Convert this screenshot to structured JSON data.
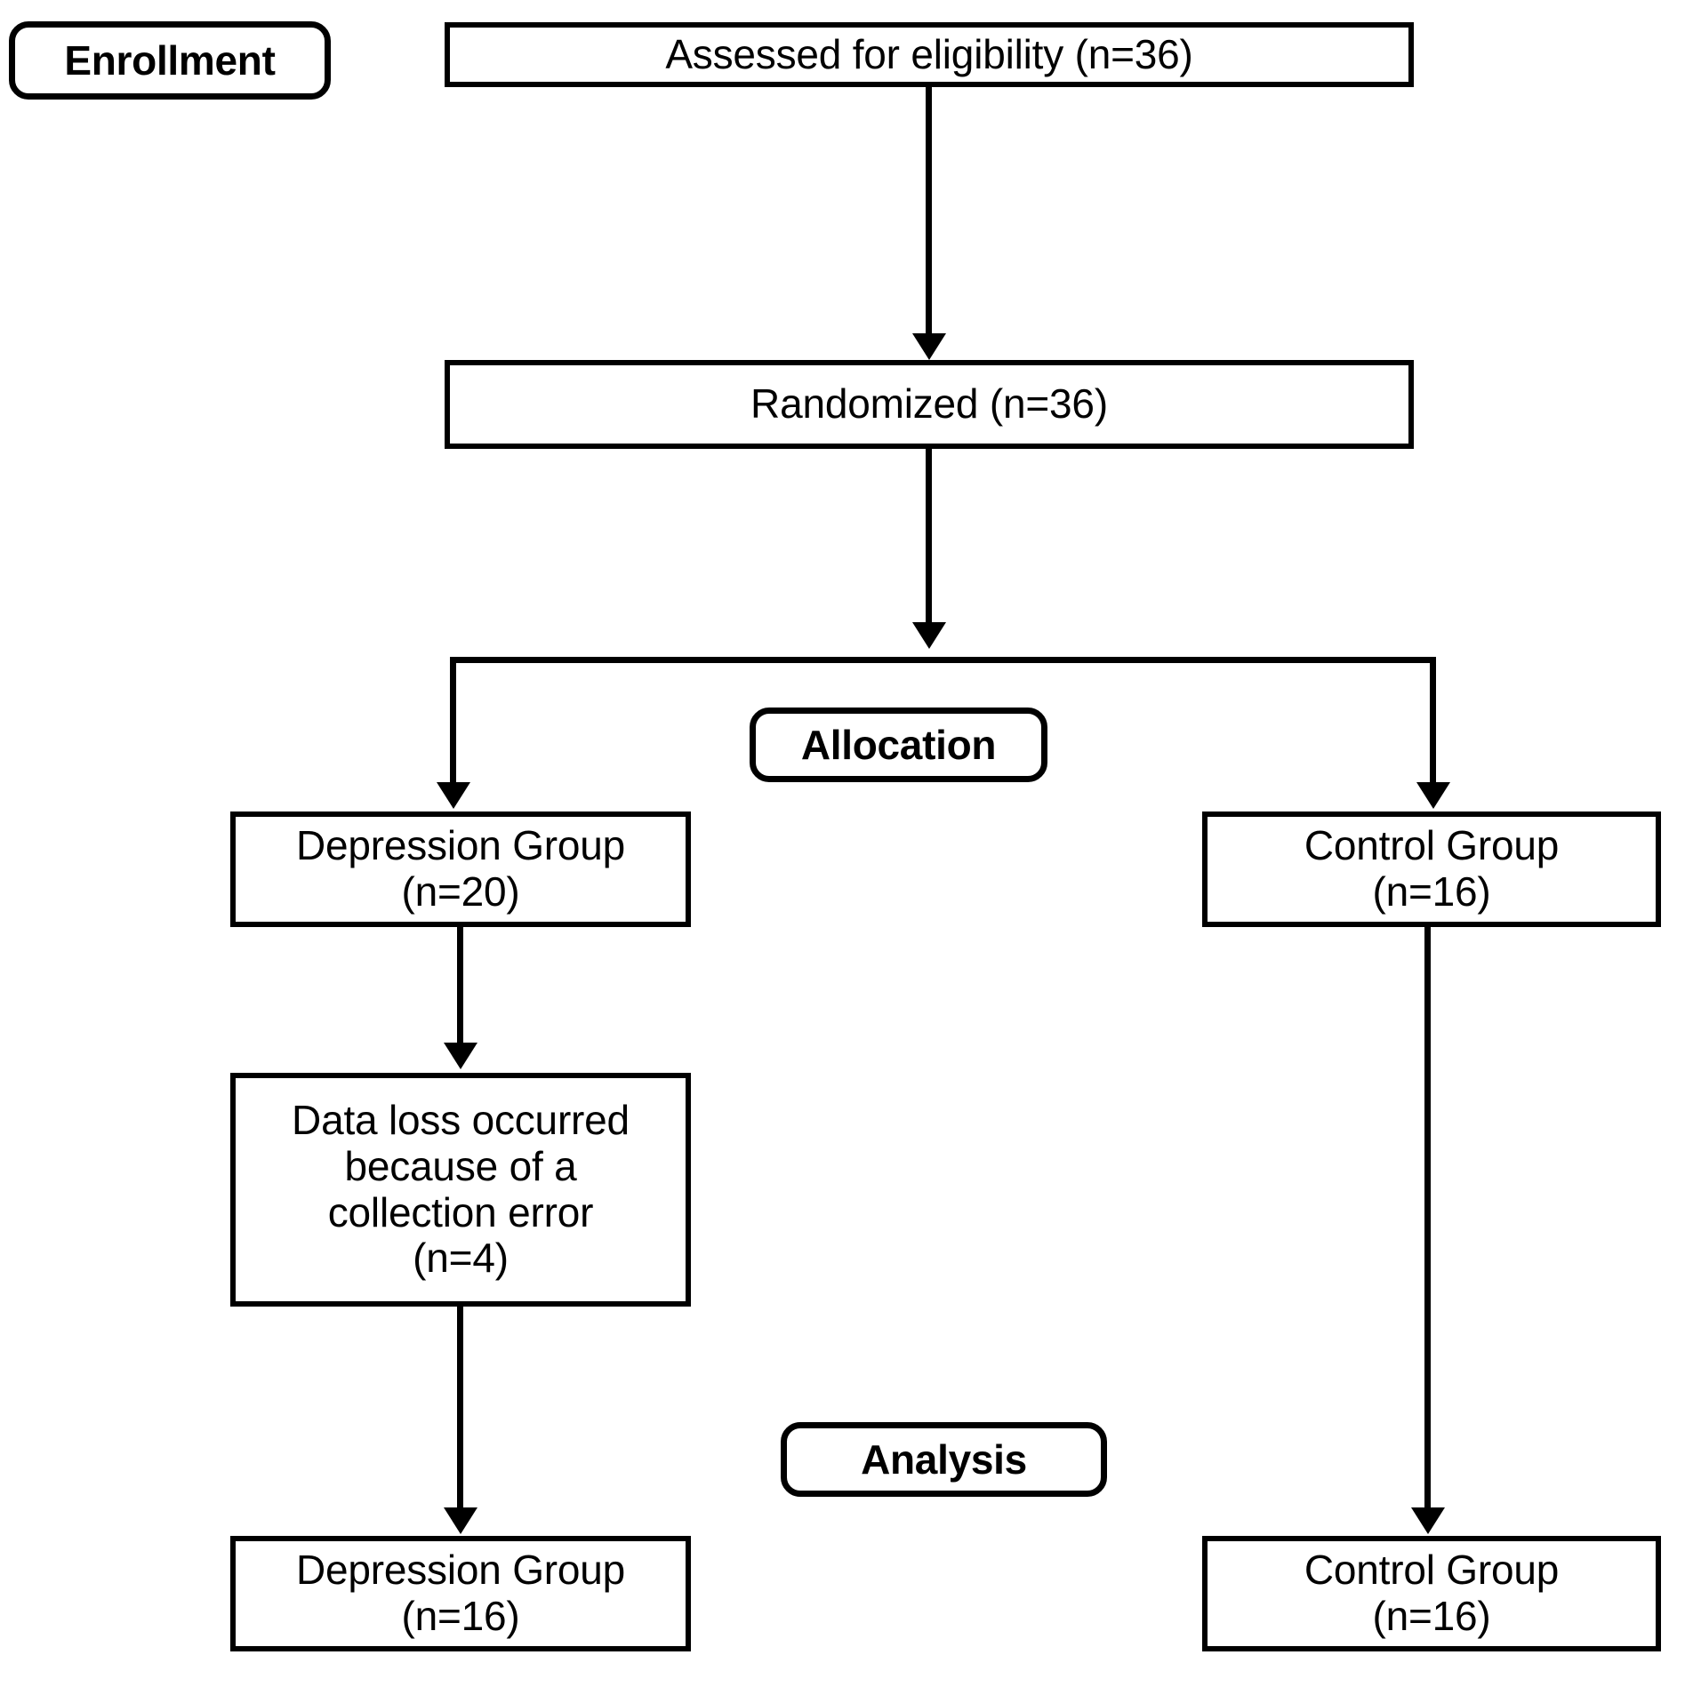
{
  "diagram": {
    "title": "CONSORT participant flow diagram",
    "type": "flowchart",
    "background_color": "#ffffff",
    "line_color": "#000000",
    "text_color": "#000000"
  },
  "stages": [
    {
      "id": "enrollment",
      "label": "Enrollment"
    },
    {
      "id": "allocation",
      "label": "Allocation"
    },
    {
      "id": "analysis",
      "label": "Analysis"
    }
  ],
  "nodes": {
    "assessed": {
      "label": "Assessed for eligibility (n=36)",
      "n": 36
    },
    "randomized": {
      "label": "Randomized (n=36)",
      "n": 36
    },
    "alloc_depression": {
      "label": "Depression Group\n(n=20)",
      "n": 20
    },
    "alloc_control": {
      "label": "Control Group\n(n=16)",
      "n": 16
    },
    "data_loss": {
      "label": "Data loss occurred\nbecause of a\ncollection error\n(n=4)",
      "n": 4
    },
    "final_depression": {
      "label": "Depression Group\n(n=16)",
      "n": 16
    },
    "final_control": {
      "label": "Control Group\n(n=16)",
      "n": 16
    }
  },
  "flow": [
    {
      "from": "assessed",
      "to": "randomized"
    },
    {
      "from": "randomized",
      "to": "alloc_depression"
    },
    {
      "from": "randomized",
      "to": "alloc_control"
    },
    {
      "from": "alloc_depression",
      "to": "data_loss"
    },
    {
      "from": "data_loss",
      "to": "final_depression"
    },
    {
      "from": "alloc_control",
      "to": "final_control"
    }
  ]
}
